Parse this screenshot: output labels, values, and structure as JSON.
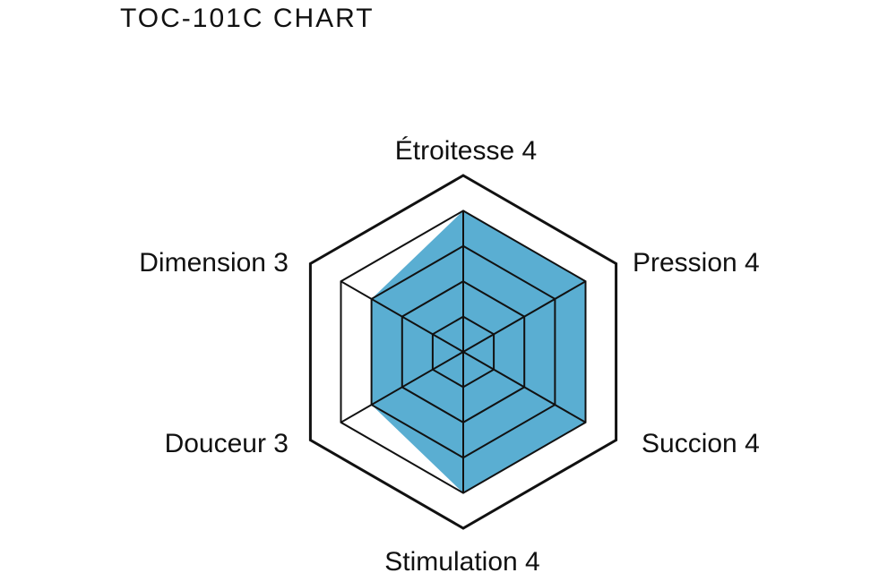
{
  "chart_data": {
    "type": "radar",
    "title": "TOC-101C CHART",
    "categories": [
      "Étroitesse",
      "Pression",
      "Succion",
      "Stimulation",
      "Douceur",
      "Dimension"
    ],
    "values": [
      4,
      4,
      4,
      4,
      3,
      3
    ],
    "labels": [
      "Étroitesse 4",
      "Pression 4",
      "Succion 4",
      "Stimulation 4",
      "Douceur 3",
      "Dimension 3"
    ],
    "rlim": [
      0,
      5
    ],
    "rings": 5,
    "grid": true,
    "legend": "none",
    "fill_color": "#5aaed2",
    "line_color": "#111111"
  }
}
